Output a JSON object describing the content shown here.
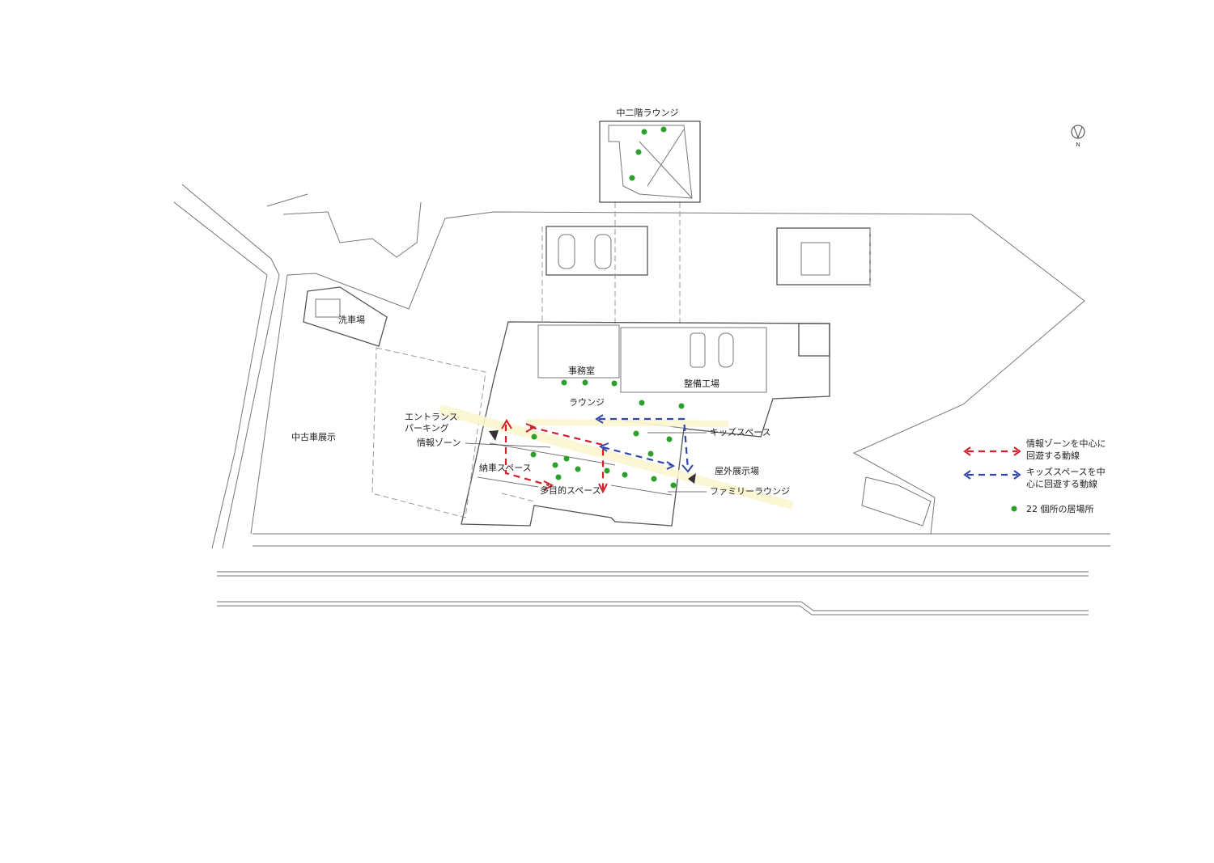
{
  "labels": {
    "mezzanine": "中二階ラウンジ",
    "car_wash": "洗車場",
    "used_car": "中古車展示",
    "office": "事務室",
    "workshop": "整備工場",
    "lounge": "ラウンジ",
    "entrance_parking_1": "エントランス",
    "entrance_parking_2": "パーキング",
    "info_zone": "情報ゾーン",
    "delivery": "納車スペース",
    "multipurpose": "多目的スペース",
    "kids": "キッズスペース",
    "outdoor": "屋外展示場",
    "family": "ファミリーラウンジ",
    "north": "N"
  },
  "legend": {
    "red_1": "情報ゾーンを中心に",
    "red_2": "回遊する動線",
    "blue_1": "キッズスペースを中",
    "blue_2": "心に回遊する動線",
    "dot": "22 個所の居場所"
  },
  "colors": {
    "red": "#d0202a",
    "blue": "#3148a8",
    "green": "#2ca02c",
    "highlight": "#fbf6cf"
  }
}
